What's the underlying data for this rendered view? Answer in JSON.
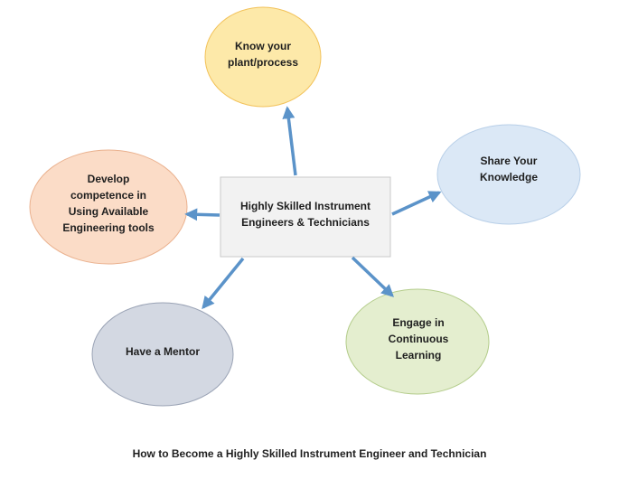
{
  "center": {
    "label": "Highly Skilled Instrument\nEngineers & Technicians"
  },
  "nodes": {
    "know": {
      "label": "Know your\nplant/process",
      "fill": "#fde9a9"
    },
    "share": {
      "label": "Share Your\nKnowledge",
      "fill": "#dbe8f6"
    },
    "engage": {
      "label": "Engage in\nContinuous\nLearning",
      "fill": "#e4eecf"
    },
    "mentor": {
      "label": "Have a Mentor",
      "fill": "#d3d8e2"
    },
    "develop": {
      "label": "Develop\ncompetence in\nUsing Available\nEngineering tools",
      "fill": "#fbdcc7"
    }
  },
  "caption": "How to Become a Highly Skilled Instrument Engineer and Technician",
  "colors": {
    "arrow": "#5b93c9",
    "center_fill": "#f2f2f2",
    "center_border": "#c9c9c9"
  }
}
